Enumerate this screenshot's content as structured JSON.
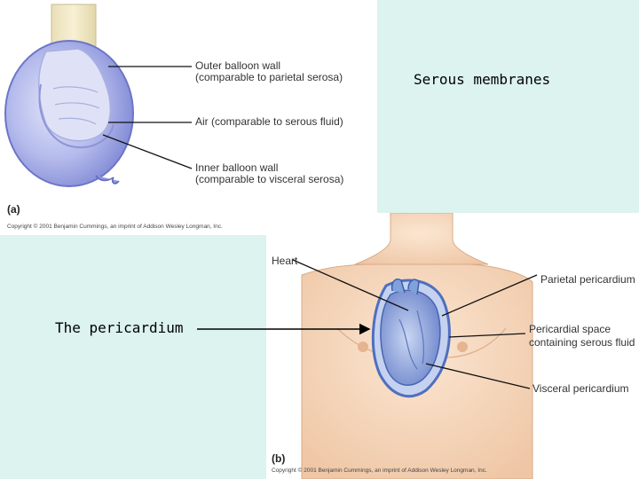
{
  "slide": {
    "title_serous": "Serous membranes",
    "title_pericardium": "The pericardium"
  },
  "figure_a": {
    "letter": "(a)",
    "labels": {
      "outer_wall_1": "Outer balloon wall",
      "outer_wall_2": "(comparable to parietal serosa)",
      "air": "Air (comparable to serous fluid)",
      "inner_wall_1": "Inner balloon wall",
      "inner_wall_2": "(comparable to visceral serosa)"
    },
    "copyright": "Copyright © 2001 Benjamin Cummings, an imprint of Addison Wesley Longman, Inc."
  },
  "figure_b": {
    "letter": "(b)",
    "labels": {
      "heart": "Heart",
      "parietal_pericardium": "Parietal pericardium",
      "pericardial_space_1": "Pericardial space",
      "pericardial_space_2": "containing serous fluid",
      "visceral_pericardium": "Visceral pericardium"
    },
    "copyright": "Copyright © 2001 Benjamin Cummings, an imprint of Addison Wesley Longman, Inc."
  },
  "colors": {
    "background_mint": "#dcf3ef",
    "balloon_blue": "#8f97dd",
    "skin": "#f3d2b5",
    "heart_blue": "#6f8fcf"
  }
}
